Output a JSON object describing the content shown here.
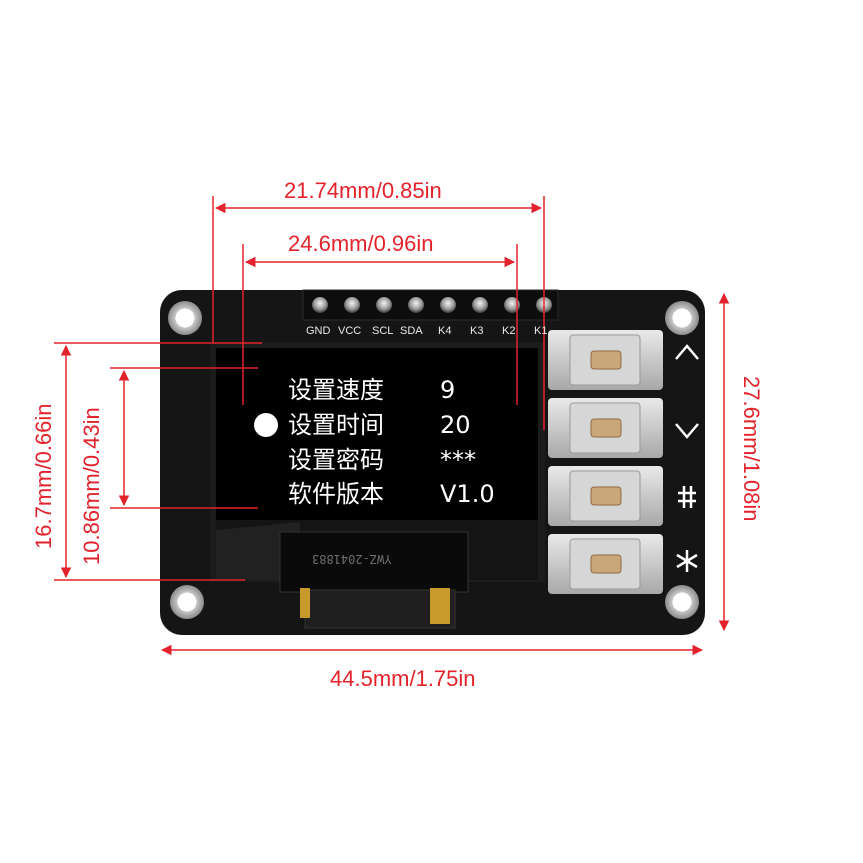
{
  "dimensions": {
    "display_active_width": "21.74mm/0.85in",
    "display_module_width": "24.6mm/0.96in",
    "board_width": "44.5mm/1.75in",
    "board_height": "27.6mm/1.08in",
    "display_module_height": "16.7mm/0.66in",
    "display_active_height": "10.86mm/0.43in"
  },
  "pin_labels": [
    "GND",
    "VCC",
    "SCL",
    "SDA",
    "K4",
    "K3",
    "K2",
    "K1"
  ],
  "screen_menu": [
    {
      "label": "设置速度",
      "value": "9",
      "selected": false
    },
    {
      "label": "设置时间",
      "value": "20",
      "selected": true
    },
    {
      "label": "设置密码",
      "value": "***",
      "selected": false
    },
    {
      "label": "软件版本",
      "value": "V1.0",
      "selected": false
    }
  ],
  "key_symbols": [
    "up-chevron-icon",
    "down-chevron-icon",
    "hash-icon",
    "asterisk-icon"
  ],
  "ribbon_text": "YWZ-2041883",
  "colors": {
    "dimension": "#e3232b",
    "pcb": "#151515",
    "screen": "#000000",
    "menu_text": "#ffffff",
    "ribbon": "#c79a2b"
  }
}
